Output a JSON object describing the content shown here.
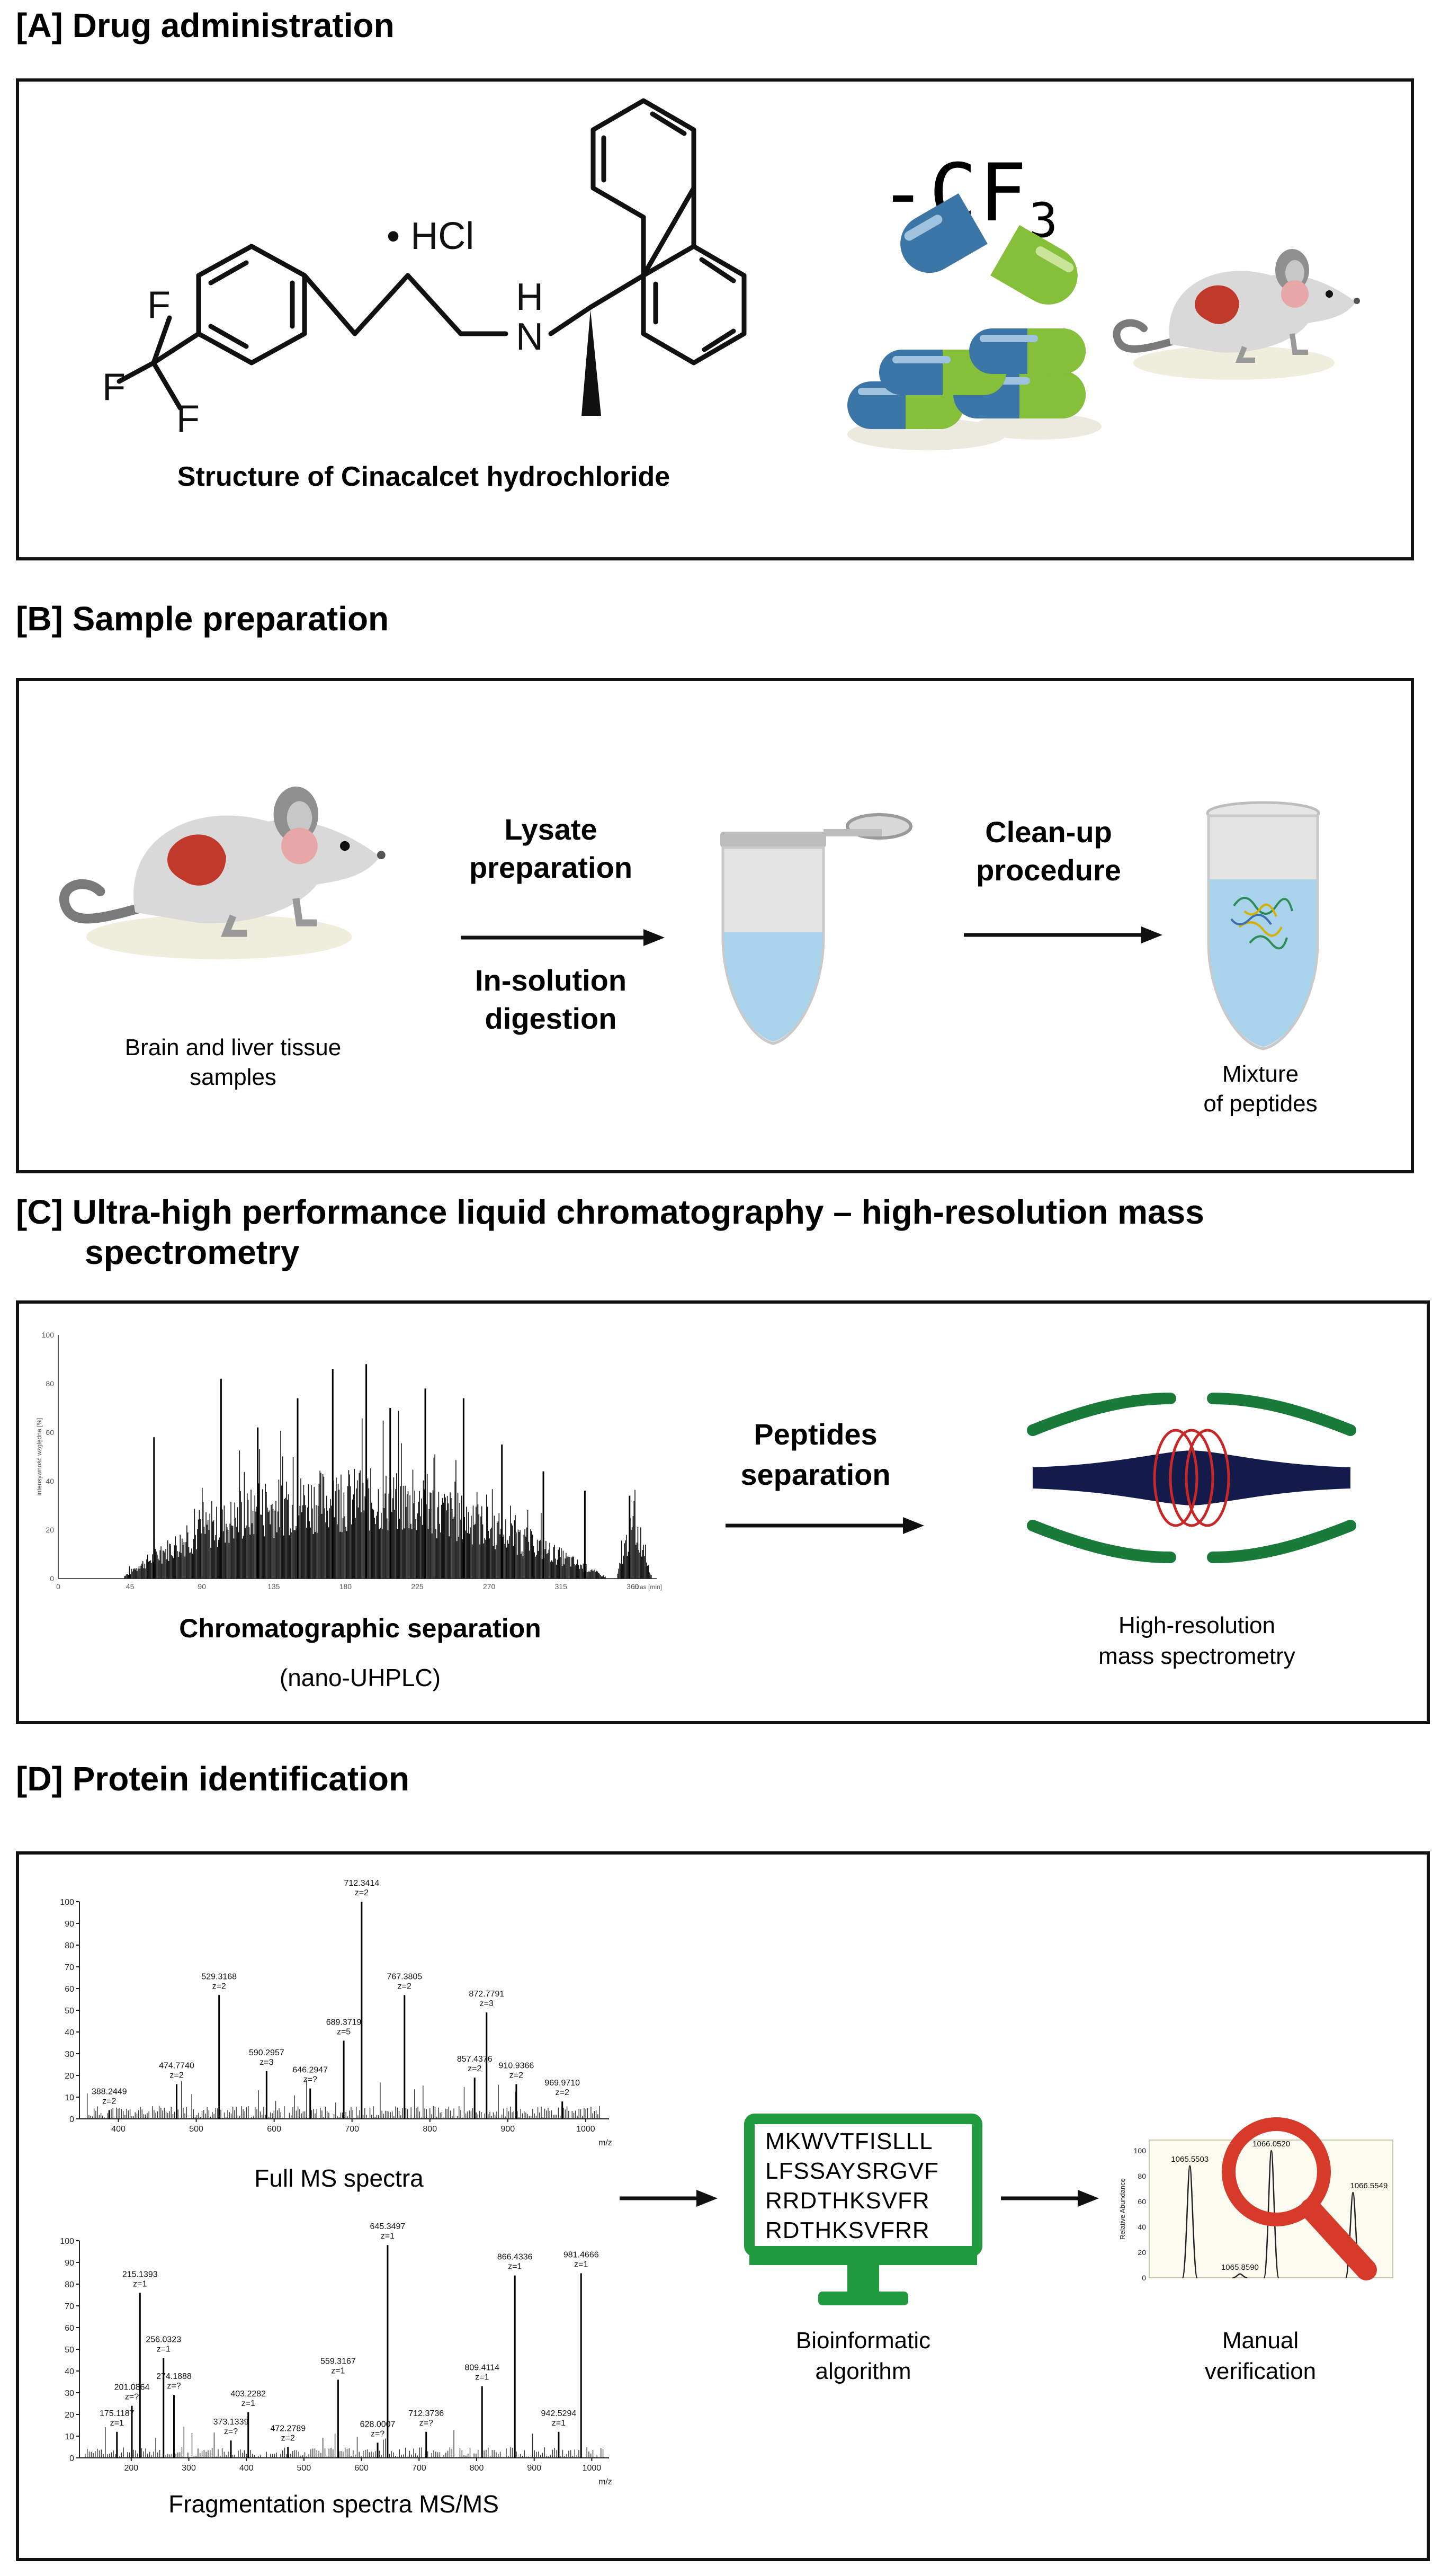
{
  "sections": {
    "a": {
      "title": "[A] Drug administration",
      "hcl": "• HCl",
      "atom_f1": "F",
      "atom_f2": "F",
      "atom_f3": "F",
      "atom_h": "H",
      "atom_n": "N",
      "cf3_prefix": "-CF",
      "cf3_sub": "3",
      "caption": "Structure of Cinacalcet hydrochloride"
    },
    "b": {
      "title": "[B] Sample preparation",
      "tissue_label_1": "Brain and liver tissue",
      "tissue_label_2": "samples",
      "step1_line1": "Lysate",
      "step1_line2": "preparation",
      "step1_line3": "In-solution",
      "step1_line4": "digestion",
      "step2_line1": "Clean-up",
      "step2_line2": "procedure",
      "result_line1": "Mixture",
      "result_line2": "of peptides"
    },
    "c": {
      "title_line1": "[C] Ultra-high performance liquid chromatography – high-resolution mass",
      "title_line2": "spectrometry",
      "chrom_caption": "Chromatographic separation",
      "chrom_subcaption": "(nano-UHPLC)",
      "step_line1": "Peptides",
      "step_line2": "separation",
      "ms_label_1": "High-resolution",
      "ms_label_2": "mass spectrometry"
    },
    "d": {
      "title": "[D] Protein identification",
      "full_ms_caption": "Full MS spectra",
      "frag_caption": "Fragmentation spectra MS/MS",
      "sequence": [
        "MKWVTFISLLL",
        "LFSSAYSRGVF",
        "RRDTHKSVFR",
        "RDTHKSVFRR"
      ],
      "bioinf_1": "Bioinformatic",
      "bioinf_2": "algorithm",
      "manual_1": "Manual",
      "manual_2": "verification"
    }
  },
  "chart_data": [
    {
      "type": "bar",
      "name": "chromatogram",
      "ylabel": "intensywność względna [%]",
      "xlabel": "czas [min]",
      "y_ticks": [
        "0",
        "20",
        "40",
        "60",
        "80",
        "100"
      ],
      "x_ticks": [
        "0",
        "45",
        "90",
        "135",
        "180",
        "225",
        "270",
        "315",
        "360"
      ],
      "ylim": [
        0,
        100
      ],
      "xlim": [
        0,
        375
      ],
      "peaks": [
        [
          60,
          58
        ],
        [
          102,
          82
        ],
        [
          125,
          62
        ],
        [
          150,
          74
        ],
        [
          172,
          86
        ],
        [
          193,
          88
        ],
        [
          208,
          70
        ],
        [
          230,
          78
        ],
        [
          254,
          74
        ],
        [
          278,
          55
        ],
        [
          304,
          44
        ],
        [
          330,
          36
        ],
        [
          358,
          34
        ]
      ]
    },
    {
      "type": "bar",
      "name": "full-ms",
      "xlabel": "m/z",
      "x_ticks": [
        "400",
        "500",
        "600",
        "700",
        "800",
        "900",
        "1000"
      ],
      "y_ticks": [
        "0",
        "10",
        "20",
        "30",
        "40",
        "50",
        "60",
        "70",
        "80",
        "90",
        "100"
      ],
      "xlim": [
        350,
        1030
      ],
      "ylim": [
        0,
        100
      ],
      "peaks": [
        [
          388.2449,
          4
        ],
        [
          474.774,
          16
        ],
        [
          529.3168,
          57
        ],
        [
          590.2957,
          22
        ],
        [
          646.2947,
          14
        ],
        [
          689.3719,
          36
        ],
        [
          712.3414,
          100
        ],
        [
          767.3805,
          57
        ],
        [
          857.4376,
          19
        ],
        [
          872.7791,
          49
        ],
        [
          910.9366,
          16
        ],
        [
          969.971,
          8
        ]
      ],
      "labels": [
        {
          "mz": "388.2449",
          "z": "z=2"
        },
        {
          "mz": "474.7740",
          "z": "z=2"
        },
        {
          "mz": "529.3168",
          "z": "z=2"
        },
        {
          "mz": "590.2957",
          "z": "z=3"
        },
        {
          "mz": "646.2947",
          "z": "z=?"
        },
        {
          "mz": "689.3719",
          "z": "z=5"
        },
        {
          "mz": "712.3414",
          "z": "z=2"
        },
        {
          "mz": "767.3805",
          "z": "z=2"
        },
        {
          "mz": "857.4376",
          "z": "z=2"
        },
        {
          "mz": "872.7791",
          "z": "z=3"
        },
        {
          "mz": "910.9366",
          "z": "z=2"
        },
        {
          "mz": "969.9710",
          "z": "z=2"
        }
      ]
    },
    {
      "type": "bar",
      "name": "ms-ms",
      "xlabel": "m/z",
      "x_ticks": [
        "200",
        "300",
        "400",
        "500",
        "600",
        "700",
        "800",
        "900",
        "1000"
      ],
      "y_ticks": [
        "0",
        "10",
        "20",
        "30",
        "40",
        "50",
        "60",
        "70",
        "80",
        "90",
        "100"
      ],
      "xlim": [
        110,
        1030
      ],
      "ylim": [
        0,
        100
      ],
      "peaks": [
        [
          175.1187,
          12
        ],
        [
          201.0864,
          24
        ],
        [
          215.1393,
          76
        ],
        [
          256.0323,
          46
        ],
        [
          274.1888,
          29
        ],
        [
          373.1339,
          8
        ],
        [
          403.2282,
          21
        ],
        [
          472.2789,
          5
        ],
        [
          559.3167,
          36
        ],
        [
          628.0007,
          7
        ],
        [
          645.3497,
          98
        ],
        [
          712.3736,
          12
        ],
        [
          809.4114,
          33
        ],
        [
          866.4336,
          84
        ],
        [
          942.5294,
          12
        ],
        [
          981.4666,
          85
        ]
      ],
      "labels": [
        {
          "mz": "175.1187",
          "z": "z=1"
        },
        {
          "mz": "201.0864",
          "z": "z=?"
        },
        {
          "mz": "215.1393",
          "z": "z=1"
        },
        {
          "mz": "256.0323",
          "z": "z=1"
        },
        {
          "mz": "274.1888",
          "z": "z=?"
        },
        {
          "mz": "373.1339",
          "z": "z=?"
        },
        {
          "mz": "403.2282",
          "z": "z=1"
        },
        {
          "mz": "472.2789",
          "z": "z=2"
        },
        {
          "mz": "559.3167",
          "z": "z=1"
        },
        {
          "mz": "628.0007",
          "z": "z=?"
        },
        {
          "mz": "645.3497",
          "z": "z=1"
        },
        {
          "mz": "712.3736",
          "z": "z=?"
        },
        {
          "mz": "809.4114",
          "z": "z=1"
        },
        {
          "mz": "866.4336",
          "z": "z=1"
        },
        {
          "mz": "942.5294",
          "z": "z=1"
        },
        {
          "mz": "981.4666",
          "z": "z=1"
        }
      ]
    },
    {
      "type": "line",
      "name": "verification-zoom",
      "ylabel": "Relative Abundance",
      "y_ticks": [
        "0",
        "20",
        "40",
        "60",
        "80",
        "100"
      ],
      "ylim": [
        0,
        100
      ],
      "xlim": [
        1065.3,
        1066.8
      ],
      "peaks": [
        [
          1065.5503,
          88
        ],
        [
          1065.859,
          3
        ],
        [
          1066.052,
          100
        ],
        [
          1066.5549,
          67
        ]
      ],
      "labels": [
        {
          "mz": "1065.5503"
        },
        {
          "mz": "1065.8590"
        },
        {
          "mz": "1066.0520"
        },
        {
          "mz": "1066.5549"
        }
      ]
    }
  ]
}
